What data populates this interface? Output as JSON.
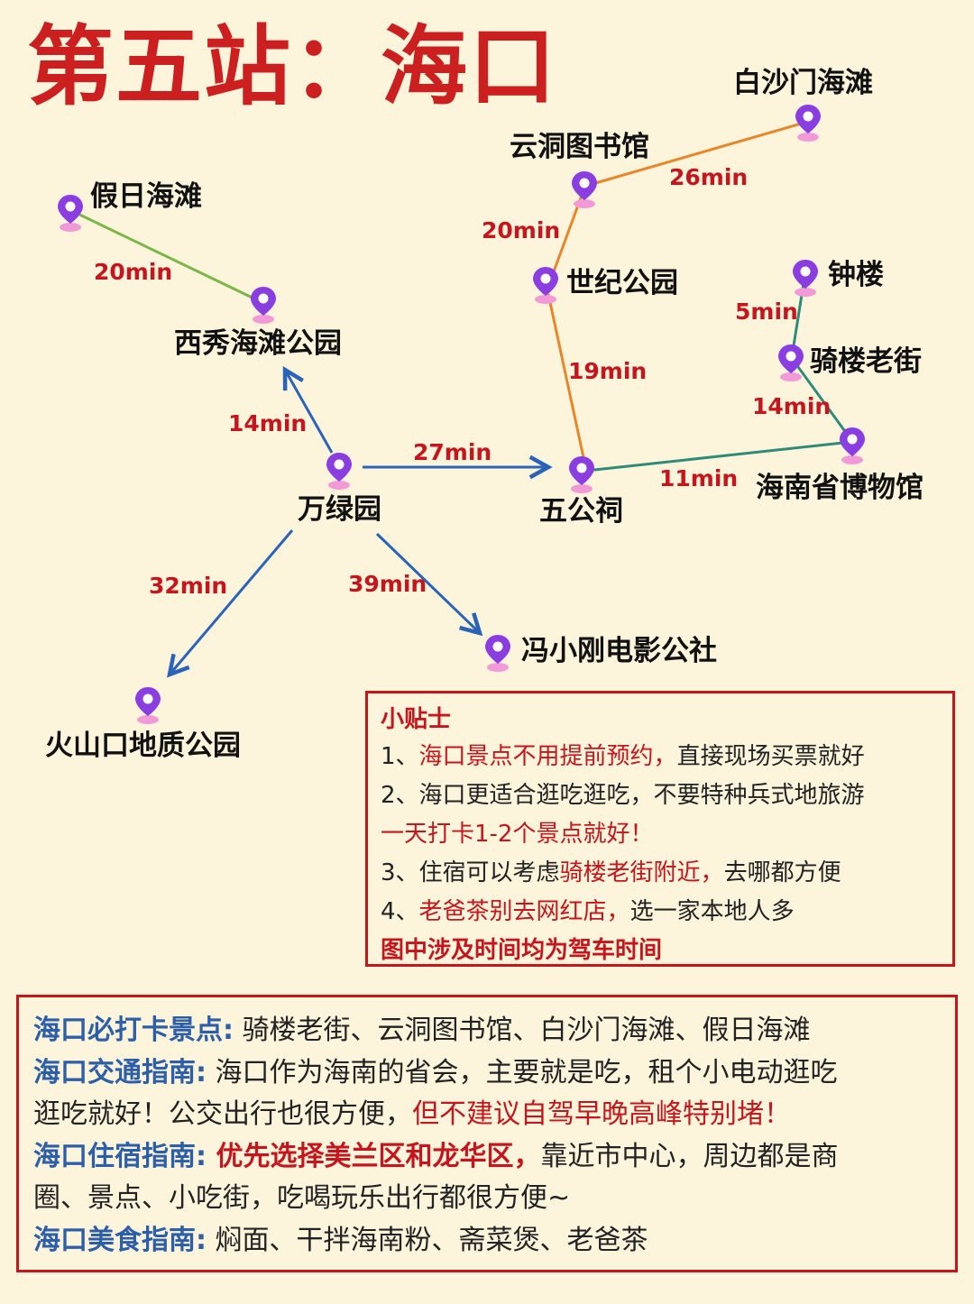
{
  "title": "第五站：海口",
  "places": {
    "jiari": "假日海滩",
    "xixiu": "西秀海滩公园",
    "wanlv": "万绿园",
    "huoshan": "火山口地质公园",
    "fengxiaogang": "冯小刚电影公社",
    "wugongci": "五公祠",
    "shiji": "世纪公园",
    "yundong": "云洞图书馆",
    "baishamen": "白沙门海滩",
    "zhonglou": "钟楼",
    "qilou": "骑楼老街",
    "bowuguan": "海南省博物馆"
  },
  "times": {
    "jiari_xixiu": "20min",
    "wanlv_xixiu": "14min",
    "wanlv_wugongci": "27min",
    "wanlv_huoshan": "32min",
    "wanlv_fengxiaogang": "39min",
    "shiji_yundong": "20min",
    "yundong_baishamen": "26min",
    "wugongci_shiji": "19min",
    "wugongci_bowuguan": "11min",
    "zhonglou_qilou": "5min",
    "qilou_bowuguan": "14min"
  },
  "colors": {
    "title": "#cc1f1f",
    "route_blue": "#2a63b8",
    "route_green": "#7ab648",
    "route_orange": "#e8862a",
    "route_teal": "#2e8b78",
    "pin": "#8a3ee0",
    "pin_shadow": "#f29ad8",
    "time_text": "#c4161c",
    "guide_label": "#2d5ea8"
  },
  "tips": {
    "title": "小贴士",
    "l1_prefix": "1、",
    "l1_red": "海口景点不用提前预约，",
    "l1_rest": "直接现场买票就好",
    "l2": "2、海口更适合逛吃逛吃，不要特种兵式地旅游",
    "l3_red": "一天打卡1-2个景点就好！",
    "l4_prefix": "3、住宿可以考虑",
    "l4_red": "骑楼老街附近，",
    "l4_rest": "去哪都方便",
    "l5_prefix": "4、",
    "l5_red": "老爸茶别去网红店，",
    "l5_rest": "选一家本地人多",
    "l6": "图中涉及时间均为驾车时间"
  },
  "guide": {
    "spots_label": "海口必打卡景点:",
    "spots_text": " 骑楼老街、云洞图书馆、白沙门海滩、假日海滩",
    "traffic_label": "海口交通指南:",
    "traffic_text": " 海口作为海南的省会，主要就是吃，租个小电动逛吃",
    "traffic_text2": "逛吃就好！公交出行也很方便，",
    "traffic_red": "但不建议自驾早晚高峰特别堵！",
    "stay_label": "海口住宿指南:",
    "stay_red": " 优先选择美兰区和龙华区，",
    "stay_text": "靠近市中心，周边都是商",
    "stay_text2": "圈、景点、小吃街，吃喝玩乐出行都很方便~",
    "food_label": "海口美食指南:",
    "food_text": " 焖面、干拌海南粉、斋菜煲、老爸茶"
  }
}
